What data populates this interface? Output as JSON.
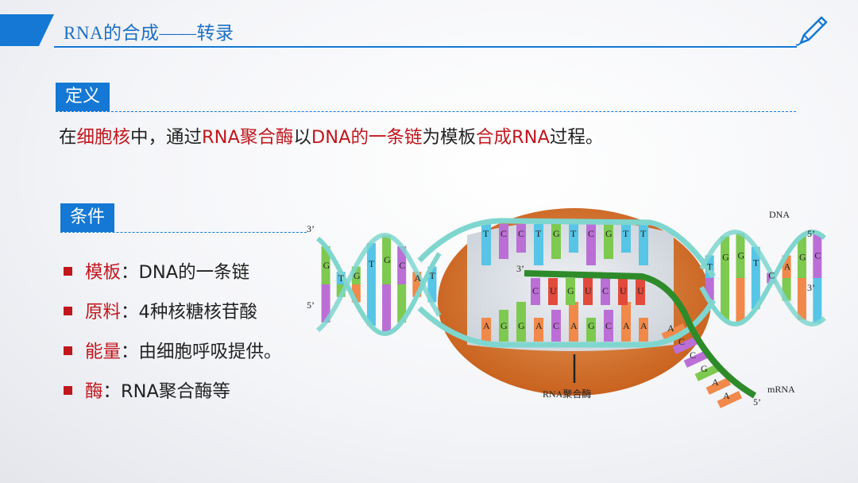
{
  "title": "RNA的合成——转录",
  "definition": {
    "label": "定义",
    "segments": [
      {
        "text": "在",
        "red": false
      },
      {
        "text": "细胞核",
        "red": true
      },
      {
        "text": "中，通过",
        "red": false
      },
      {
        "text": "RNA聚合酶",
        "red": true
      },
      {
        "text": "以",
        "red": false
      },
      {
        "text": "DNA的一条链",
        "red": true
      },
      {
        "text": "为模板",
        "red": false
      },
      {
        "text": "合成RNA",
        "red": true
      },
      {
        "text": "过程。",
        "red": false
      }
    ]
  },
  "conditions": {
    "label": "条件",
    "items": [
      {
        "term": "模板",
        "sep": "：",
        "desc": "DNA的一条链"
      },
      {
        "term": "原料",
        "sep": "：",
        "desc": "4种核糖核苷酸"
      },
      {
        "term": "能量",
        "sep": "：",
        "desc": "由细胞呼吸提供。"
      },
      {
        "term": "酶",
        "sep": "：",
        "desc": "RNA聚合酶等"
      }
    ]
  },
  "diagram": {
    "label_dna": "DNA",
    "label_polymerase": "RNA聚合酶",
    "label_mrna": "mRNA",
    "end_left_top": "3’",
    "end_left_bottom": "5’",
    "end_right_top": "5’",
    "end_right_bottom": "3’",
    "end_rna_start": "3’",
    "end_rna_tail": "5’",
    "coding_strand_bases": [
      "T",
      "C",
      "C",
      "T",
      "G",
      "T",
      "C",
      "G",
      "T",
      "T"
    ],
    "template_strand_bases": [
      "A",
      "G",
      "G",
      "A",
      "C",
      "A",
      "G",
      "C",
      "A",
      "A"
    ],
    "rna_bases": [
      "C",
      "U",
      "G",
      "U",
      "C",
      "U",
      "U"
    ],
    "left_helix_bases": [
      "G",
      "T",
      "G",
      "T",
      "G",
      "C",
      "A",
      "T"
    ],
    "right_helix_bases": [
      "T",
      "G",
      "G",
      "T",
      "C",
      "A",
      "G",
      "C"
    ],
    "rna_tail_bases": [
      "A",
      "C",
      "C",
      "G",
      "A",
      "A"
    ]
  },
  "colors": {
    "accent": "#1478d4",
    "red_text": "#c0171d",
    "enzyme": "#d4742a",
    "strand": "#7fd6cf",
    "rna": "#2e8b2a",
    "base_colors": [
      "#f0894a",
      "#57c5e6",
      "#bb6fd6",
      "#7ec94f",
      "#e24a3c"
    ]
  }
}
